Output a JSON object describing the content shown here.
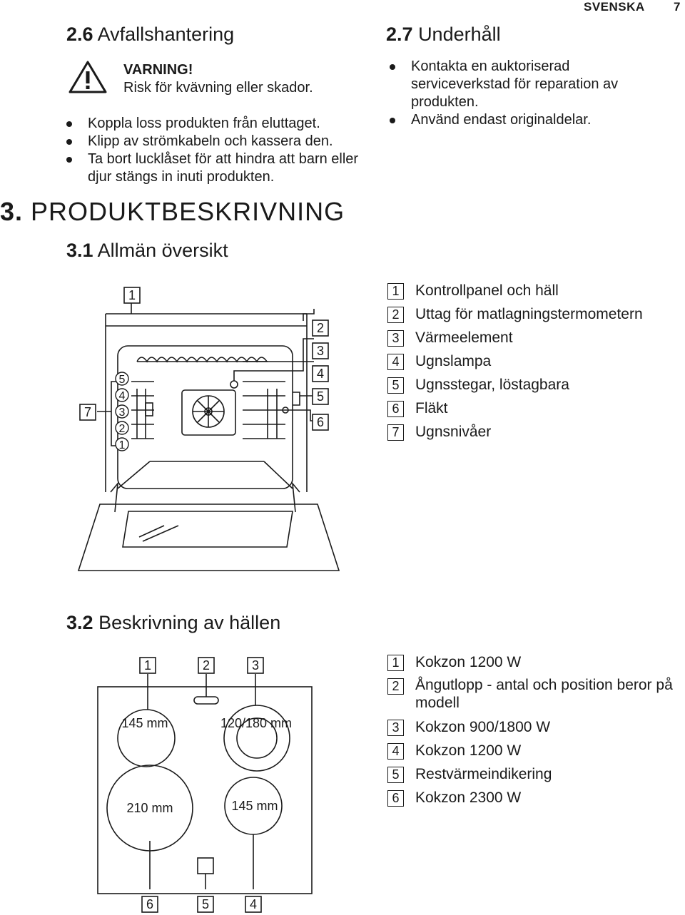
{
  "header": {
    "language": "SVENSKA",
    "page_number": "7"
  },
  "sec_2_6": {
    "number": "2.6",
    "title": "Avfallshantering",
    "warning_title": "VARNING!",
    "warning_text": "Risk för kvävning eller skador.",
    "bullets": [
      "Koppla loss produkten från eluttaget.",
      "Klipp av strömkabeln och kassera den.",
      "Ta bort lucklåset för att hindra att barn eller djur stängs in inuti produkten."
    ]
  },
  "sec_2_7": {
    "number": "2.7",
    "title": "Underhåll",
    "bullets": [
      "Kontakta en auktoriserad serviceverkstad för reparation av produkten.",
      "Använd endast originaldelar."
    ]
  },
  "sec_3": {
    "number": "3.",
    "title": "PRODUKTBESKRIVNING"
  },
  "sec_3_1": {
    "number": "3.1",
    "title": "Allmän översikt",
    "figure_callouts": [
      "1",
      "2",
      "3",
      "4",
      "5",
      "6",
      "7"
    ],
    "shelf_levels": [
      "5",
      "4",
      "3",
      "2",
      "1"
    ],
    "legend": [
      {
        "n": "1",
        "text": "Kontrollpanel och häll"
      },
      {
        "n": "2",
        "text": "Uttag för matlagningstermometern"
      },
      {
        "n": "3",
        "text": "Värmeelement"
      },
      {
        "n": "4",
        "text": "Ugnslampa"
      },
      {
        "n": "5",
        "text": "Ugnsstegar, löstagbara"
      },
      {
        "n": "6",
        "text": "Fläkt"
      },
      {
        "n": "7",
        "text": "Ugnsnivåer"
      }
    ]
  },
  "sec_3_2": {
    "number": "3.2",
    "title": "Beskrivning av hällen",
    "zone_labels": {
      "z1": "145 mm",
      "z2": "120/180 mm",
      "z3": "210 mm",
      "z4": "145 mm"
    },
    "top_callouts": [
      "1",
      "2",
      "3"
    ],
    "bottom_callouts": [
      "6",
      "5",
      "4"
    ],
    "legend": [
      {
        "n": "1",
        "text": "Kokzon 1200 W"
      },
      {
        "n": "2",
        "text": "Ångutlopp - antal och position beror på modell"
      },
      {
        "n": "3",
        "text": "Kokzon 900/1800 W"
      },
      {
        "n": "4",
        "text": "Kokzon 1200 W"
      },
      {
        "n": "5",
        "text": "Restvärmeindikering"
      },
      {
        "n": "6",
        "text": "Kokzon 2300 W"
      }
    ]
  }
}
